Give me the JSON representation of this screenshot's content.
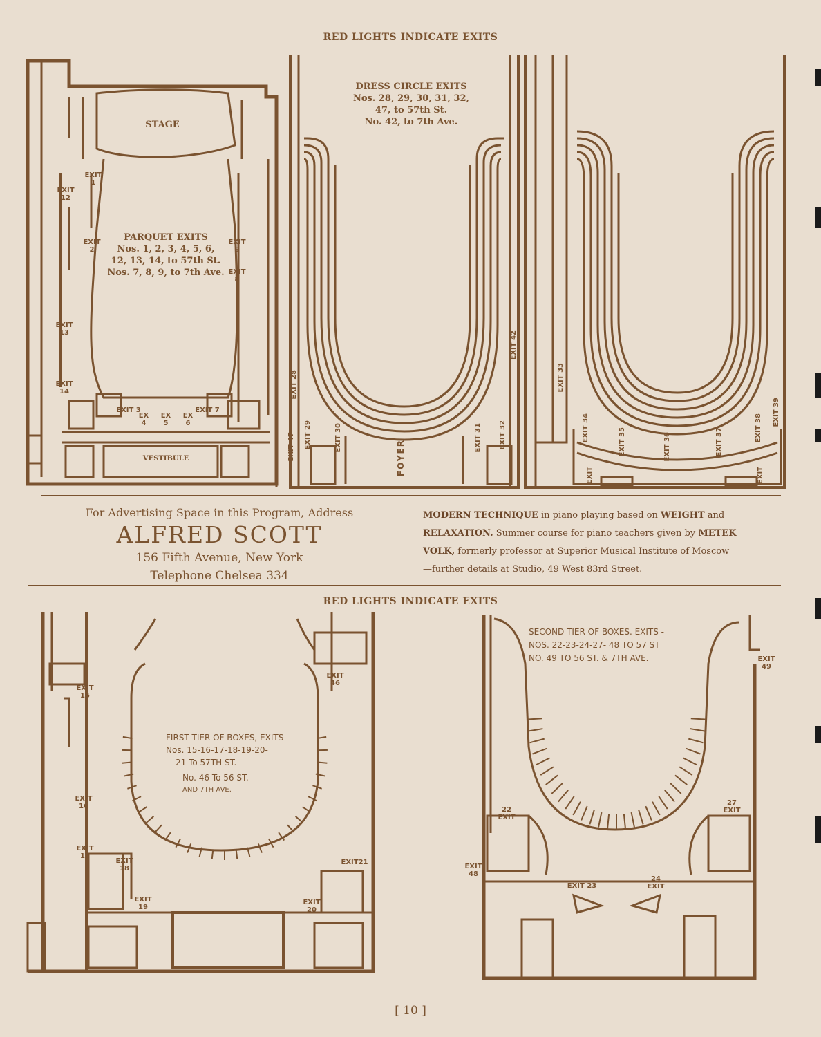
{
  "header_top": "RED LIGHTS INDICATE EXITS",
  "header_mid": "RED LIGHTS INDICATE EXITS",
  "parquet": {
    "stage": "STAGE",
    "vestibule": "VESTIBULE",
    "title": "PARQUET EXITS",
    "line1": "Nos. 1, 2, 3, 4, 5, 6,",
    "line2": "12, 13, 14, to 57th St.",
    "line3": "Nos. 7, 8, 9, to 7th Ave."
  },
  "dress_circle": {
    "title": "DRESS CIRCLE EXITS",
    "line1": "Nos. 28, 29, 30, 31, 32,",
    "line2": "47, to 57th St.",
    "line3": "No. 42, to 7th Ave.",
    "foyer": "FOYER"
  },
  "ad": {
    "line1": "For Advertising Space in this Program, Address",
    "name": "ALFRED SCOTT",
    "address": "156 Fifth Avenue, New York",
    "phone": "Telephone Chelsea 334"
  },
  "notice": {
    "t1": "MODERN TECHNIQUE",
    "t2": " in piano playing based on ",
    "t3": "WEIGHT",
    "t4": " and",
    "t5": "RELAXATION.",
    "t6": " Summer course for piano teachers given by ",
    "t7": "METEK",
    "t8": "VOLK,",
    "t9": " formerly professor at Superior Musical Institute of Moscow",
    "t10": "—further details at Studio, 49 West 83rd Street."
  },
  "first_tier": {
    "line1": "FIRST TIER OF BOXES, EXITS",
    "line2": "Nos. 15-16-17-18-19-20-",
    "line3": "21 To 57TH ST.",
    "line4": "No. 46 To 56 ST.",
    "line5": "AND 7TH AVE."
  },
  "second_tier": {
    "line1": "SECOND TIER OF BOXES. EXITS -",
    "line2": "NOS. 22-23-24-27- 48 TO 57 ST",
    "line3": "NO. 49 TO 56 ST. & 7TH AVE."
  },
  "exits": {
    "e1": "EXIT 1",
    "e2": "EXIT 2",
    "e3": "EXIT 3",
    "e4": "EX 4",
    "e5": "EX 5",
    "e6": "EX 6",
    "e7": "EXIT 7",
    "e8": "EXIT 8",
    "e9": "EXIT 9",
    "e12": "EXIT 12",
    "e13": "EXIT 13",
    "e14": "EXIT 14",
    "e28": "EXIT 28",
    "e29": "EXIT 29",
    "e30": "EXIT 30",
    "e31": "EXIT 31",
    "e32": "EXIT 32",
    "e33": "EXIT 33",
    "e34": "EXIT 34",
    "e35": "EXIT 35",
    "e36": "EXIT 36",
    "e37": "EXIT 37",
    "e38": "EXIT 38",
    "e39": "EXIT 39",
    "e42": "EXIT 42",
    "e47": "EXIT 47",
    "eExit": "EXIT",
    "e15": "EXIT 15",
    "e16": "EXIT 16",
    "e17": "EXIT 17",
    "e18": "EXIT 18",
    "e19": "EXIT 19",
    "e20": "EXIT 20",
    "e21": "EXIT21",
    "e46": "EXIT 46",
    "e22": "22 EXIT",
    "e23": "EXIT 23",
    "e24": "24 EXIT",
    "e27": "27 EXIT",
    "e48": "EXIT 48",
    "e49": "EXIT 49"
  },
  "page_number": "[ 10 ]",
  "ink_color": "#7a5330"
}
